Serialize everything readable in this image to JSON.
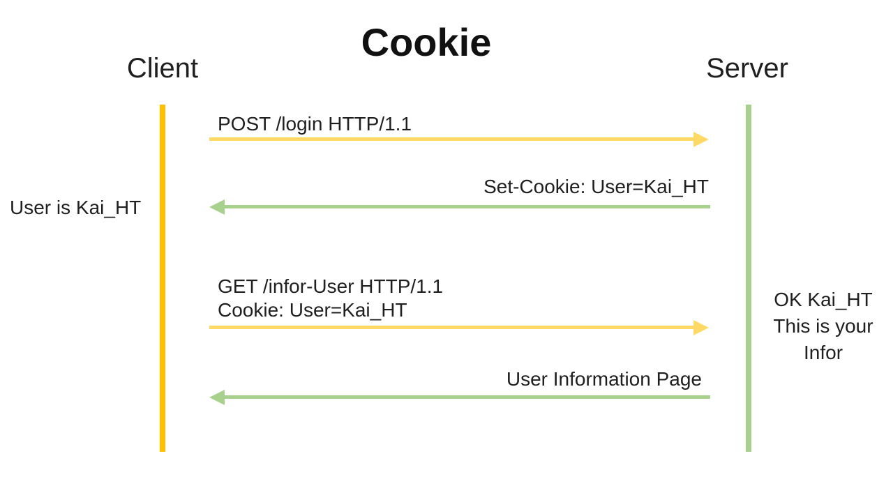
{
  "title": "Cookie",
  "actors": {
    "client": {
      "label": "Client",
      "lifeline_color": "#FFC000"
    },
    "server": {
      "label": "Server",
      "lifeline_color": "#A9D18E"
    }
  },
  "messages": [
    {
      "label": "POST /login HTTP/1.1",
      "from": "client",
      "to": "server",
      "arrow_color": "#FFD966"
    },
    {
      "label": "Set-Cookie: User=Kai_HT",
      "from": "server",
      "to": "client",
      "arrow_color": "#A9D18E"
    },
    {
      "label": "GET /infor-User HTTP/1.1",
      "label_line2": "Cookie: User=Kai_HT",
      "from": "client",
      "to": "server",
      "arrow_color": "#FFD966"
    },
    {
      "label": "User Information Page",
      "from": "server",
      "to": "client",
      "arrow_color": "#A9D18E"
    }
  ],
  "notes": {
    "client_note": "User is Kai_HT",
    "server_note": {
      "line1": "OK Kai_HT",
      "line2": "This is your",
      "line3": "Infor"
    }
  },
  "colors": {
    "client_lifeline": "#FFC000",
    "server_lifeline": "#A9D18E",
    "request_arrow": "#FFD966",
    "response_arrow": "#A9D18E",
    "text": "#1F1F1F",
    "background": "#FFFFFF"
  }
}
